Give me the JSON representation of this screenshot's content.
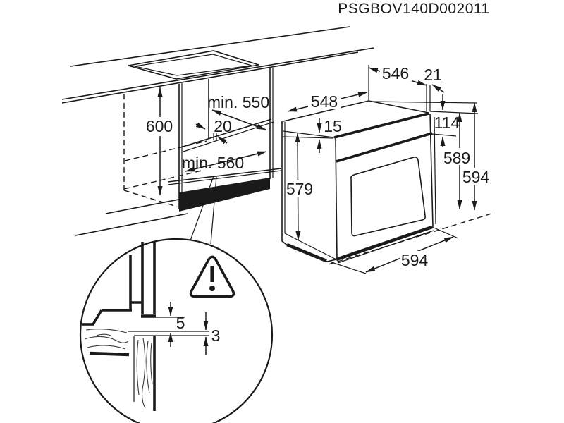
{
  "title": "PSGBOV140D002011",
  "cabinet": {
    "niche_height": "600",
    "niche_depth": "min. 550",
    "floor_gap": "20",
    "niche_width": "min. 560"
  },
  "oven": {
    "top_depth": "548",
    "body_depth": "546",
    "rear_edge": "21",
    "top_clearance": "15",
    "panel_height": "114",
    "rear_height": "589",
    "total_height": "594",
    "body_height": "579",
    "front_width": "594"
  },
  "detail": {
    "gap_above": "5",
    "gap_below": "3"
  },
  "colors": {
    "line": "#1a1a1a",
    "background": "#ffffff"
  }
}
